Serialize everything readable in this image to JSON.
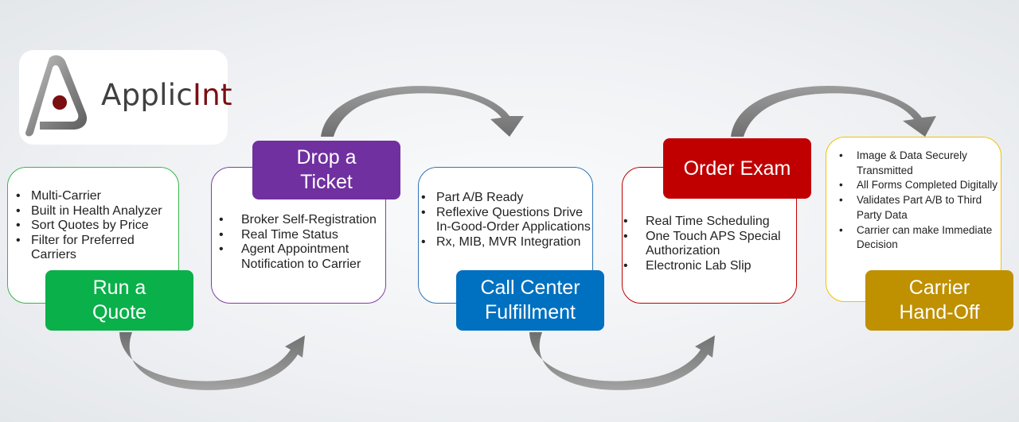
{
  "logo": {
    "text_main": "Applic",
    "text_accent": "Int"
  },
  "colors": {
    "green": "#0ab04a",
    "purple": "#7030a0",
    "blue": "#0070c0",
    "red": "#c00000",
    "gold": "#bf9000",
    "border_green": "#39b54a",
    "border_purple": "#7f3fa0",
    "border_blue": "#2e75b6",
    "border_red": "#c00000",
    "border_gold": "#f2c200",
    "arrow": "#7f7f7f"
  },
  "steps": [
    {
      "label_line1": "Run a",
      "label_line2": "Quote",
      "items": [
        "Multi-Carrier",
        "Built in Health Analyzer",
        "Sort Quotes by Price",
        "Filter for Preferred Carriers"
      ]
    },
    {
      "label_line1": "Drop a",
      "label_line2": "Ticket",
      "items": [
        "Broker Self-Registration",
        "Real Time Status",
        "Agent Appointment Notification to Carrier"
      ]
    },
    {
      "label_line1": "Call Center",
      "label_line2": "Fulfillment",
      "items": [
        "Part A/B Ready",
        "Reflexive Questions Drive In-Good-Order Applications",
        "Rx, MIB, MVR Integration"
      ]
    },
    {
      "label_line1": "Order Exam",
      "label_line2": "",
      "items": [
        "Real Time Scheduling",
        "One Touch APS Special Authorization",
        "Electronic Lab Slip"
      ]
    },
    {
      "label_line1": "Carrier",
      "label_line2": "Hand-Off",
      "items": [
        "Image & Data Securely Transmitted",
        "All Forms Completed Digitally",
        "Validates Part A/B to Third Party Data",
        "Carrier can make Immediate Decision"
      ]
    }
  ]
}
